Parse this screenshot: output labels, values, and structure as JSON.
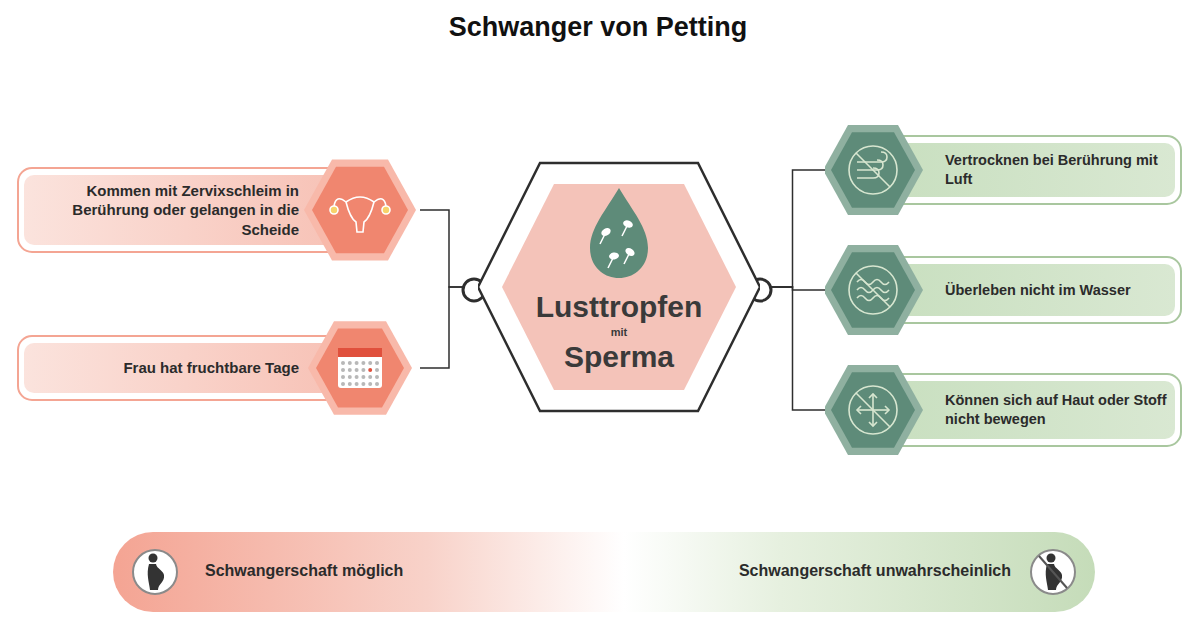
{
  "diagram": {
    "title": "Schwanger von Petting",
    "nodes": [
      {
        "text": [
          "Kommen mit Zervixschleim in Berührung oder gelangen in die Scheide"
        ]
      },
      {
        "text": [
          "Frau hat fruchtbare Tage"
        ]
      },
      {
        "text": [
          "Lusttropfen",
          "mit",
          "Sperma"
        ]
      },
      {
        "text": [
          "Vertrocknen bei Berührung mit Luft"
        ]
      },
      {
        "text": [
          "Überleben nicht im Wasser"
        ]
      },
      {
        "text": [
          "Können sich auf Haut oder Stoff nicht bewegen"
        ]
      },
      {
        "text": [
          "Schwangerschaft möglich",
          "Schwangerschaft unwahrscheinlich"
        ]
      }
    ],
    "edges": [
      {
        "from": 2,
        "to": 0,
        "arrow": "none"
      },
      {
        "from": 2,
        "to": 1,
        "arrow": "none"
      },
      {
        "from": 2,
        "to": 3,
        "arrow": "none"
      },
      {
        "from": 2,
        "to": 4,
        "arrow": "none"
      },
      {
        "from": 2,
        "to": 5,
        "arrow": "none"
      }
    ]
  }
}
